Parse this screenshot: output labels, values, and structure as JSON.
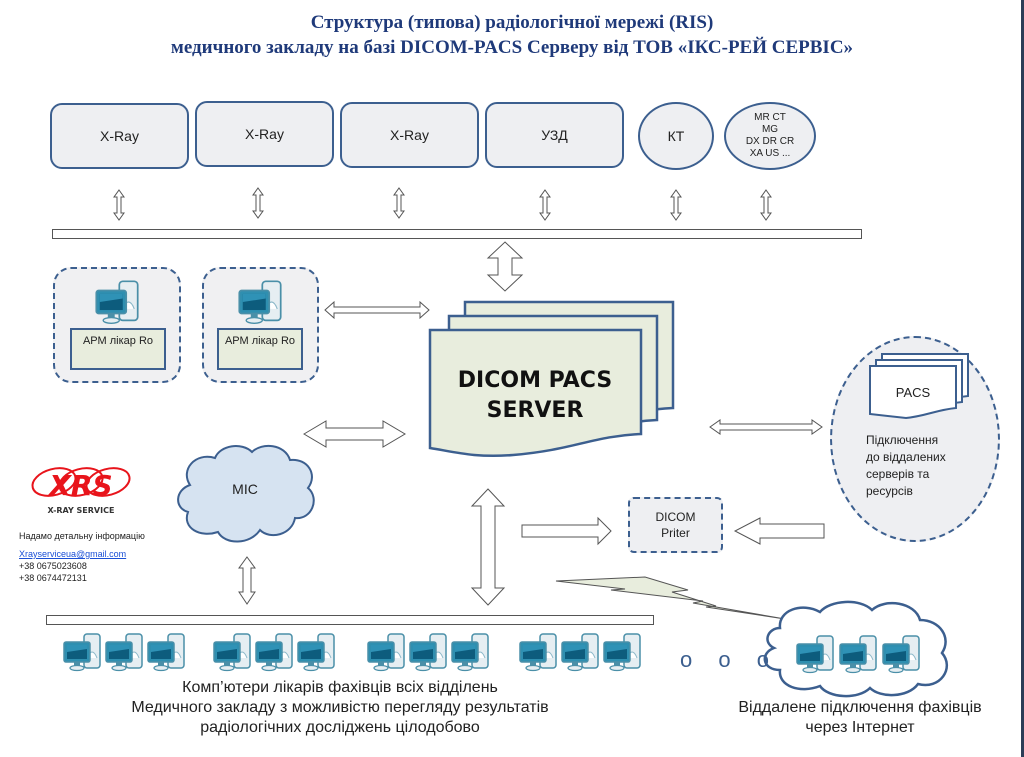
{
  "title": {
    "line1": "Структура (типова) радіологічної мережі (RIS)",
    "line2": "медичного закладу на базі DICOM-PACS Серверу від ТОВ «ІКС-РЕЙ СЕРВІС»"
  },
  "modalities": [
    {
      "label": "X-Ray",
      "shape": "rounded-rect"
    },
    {
      "label": "X-Ray",
      "shape": "rounded-rect"
    },
    {
      "label": "X-Ray",
      "shape": "rounded-rect"
    },
    {
      "label": "УЗД",
      "shape": "rounded-rect"
    },
    {
      "label": "КТ",
      "shape": "circle"
    },
    {
      "label_lines": [
        "MR CT",
        "MG",
        "DX DR CR",
        "XA  US ..."
      ],
      "shape": "ellipse"
    }
  ],
  "workstations": [
    {
      "label": "АРМ лікар Ro"
    },
    {
      "label": "АРМ лікар Ro"
    }
  ],
  "server": {
    "line1": "DICOM PACS",
    "line2": "SERVER"
  },
  "mis": {
    "label": "МІС"
  },
  "remote_pacs": {
    "label": "PACS",
    "description_lines": [
      "Підключення",
      "до віддалених",
      "серверів та",
      "ресурсів"
    ]
  },
  "printer": {
    "line1": "DICOM",
    "line2": "Priter"
  },
  "company": {
    "logo_text": "XRS",
    "logo_subtitle": "X-RAY SERVICE",
    "info": "Надамо детальну інформацію",
    "email": "Xrayserviceua@gmail.com",
    "phones": [
      "+38 0675023608",
      "+38 0674472131"
    ]
  },
  "department_computers": {
    "groups": 4,
    "per_group": 3,
    "caption_lines": [
      "Комп’ютери лікарів фахівців всіх відділень",
      "Медичного закладу з можливістю перегляду результатів",
      "радіологічних досліджень цілодобово"
    ]
  },
  "remote_access": {
    "computers": 3,
    "ellipsis": "o o o",
    "caption_lines": [
      "Віддалене підключення фахівців",
      "через Інтернет"
    ]
  },
  "colors": {
    "title": "#1f3a7a",
    "border_blue": "#3c5f8f",
    "module_fill": "#eeeff2",
    "server_fill": "#e8eddd",
    "cloud_fill": "#d6e3f1",
    "logo_red": "#e8141b"
  }
}
